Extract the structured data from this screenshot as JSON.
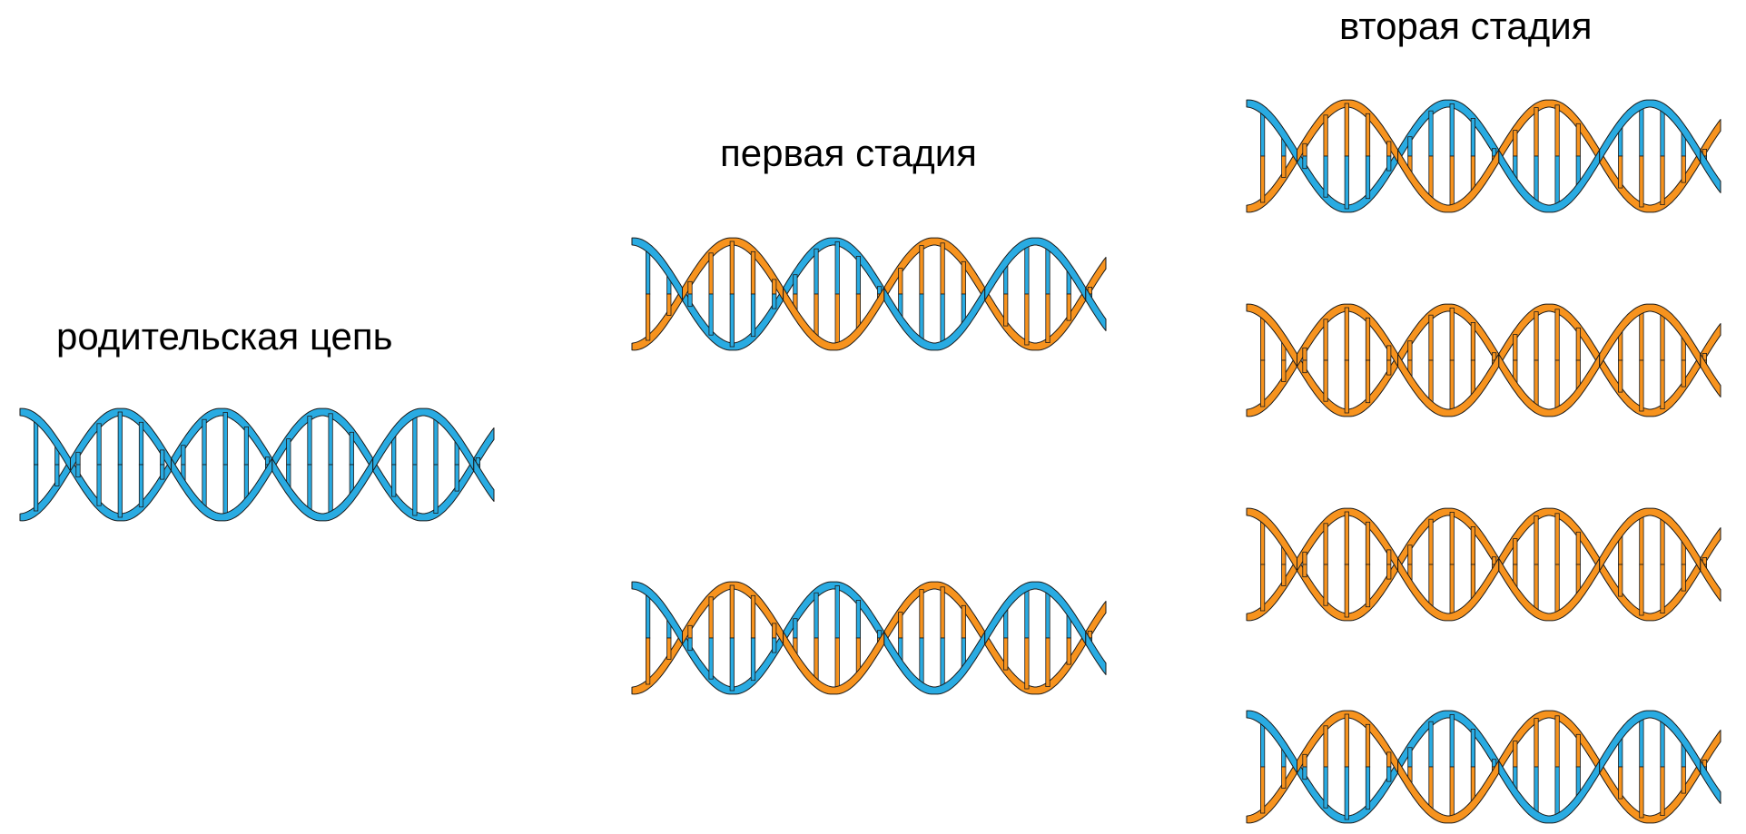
{
  "labels": {
    "parent": "родительская цепь",
    "stage1": "первая стадия",
    "stage2": "вторая стадия"
  },
  "colors": {
    "blue": "#29abe2",
    "orange": "#f7931e",
    "outline": "#1a1a1a"
  },
  "helices": {
    "parent": {
      "strand_a": "blue",
      "strand_b": "blue"
    },
    "s1_top": {
      "strand_a": "blue",
      "strand_b": "orange"
    },
    "s1_bot": {
      "strand_a": "blue",
      "strand_b": "orange"
    },
    "s2_1": {
      "strand_a": "blue",
      "strand_b": "orange"
    },
    "s2_2": {
      "strand_a": "orange",
      "strand_b": "orange"
    },
    "s2_3": {
      "strand_a": "orange",
      "strand_b": "orange"
    },
    "s2_4": {
      "strand_a": "blue",
      "strand_b": "orange"
    }
  }
}
